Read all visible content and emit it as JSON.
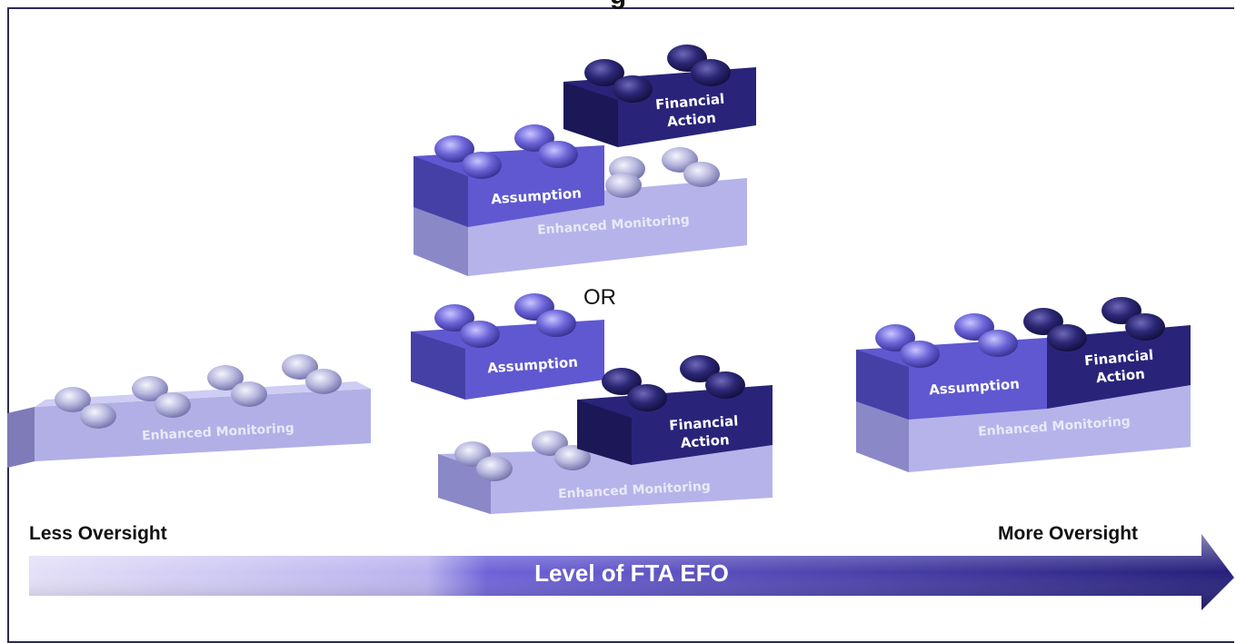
{
  "title_fragment": "g",
  "labels": {
    "enhanced_monitoring": "Enhanced Monitoring",
    "assumption": "Assumption",
    "financial_action_line1": "Financial",
    "financial_action_line2": "Action"
  },
  "or_text": "OR",
  "scale": {
    "left_label": "Less Oversight",
    "right_label": "More Oversight",
    "arrow_label": "Level of FTA EFO"
  },
  "colors": {
    "light_brick": "#b9b6ec",
    "medium_brick": "#6a63d6",
    "dark_brick": "#27236e",
    "frame": "#2d2a56"
  }
}
